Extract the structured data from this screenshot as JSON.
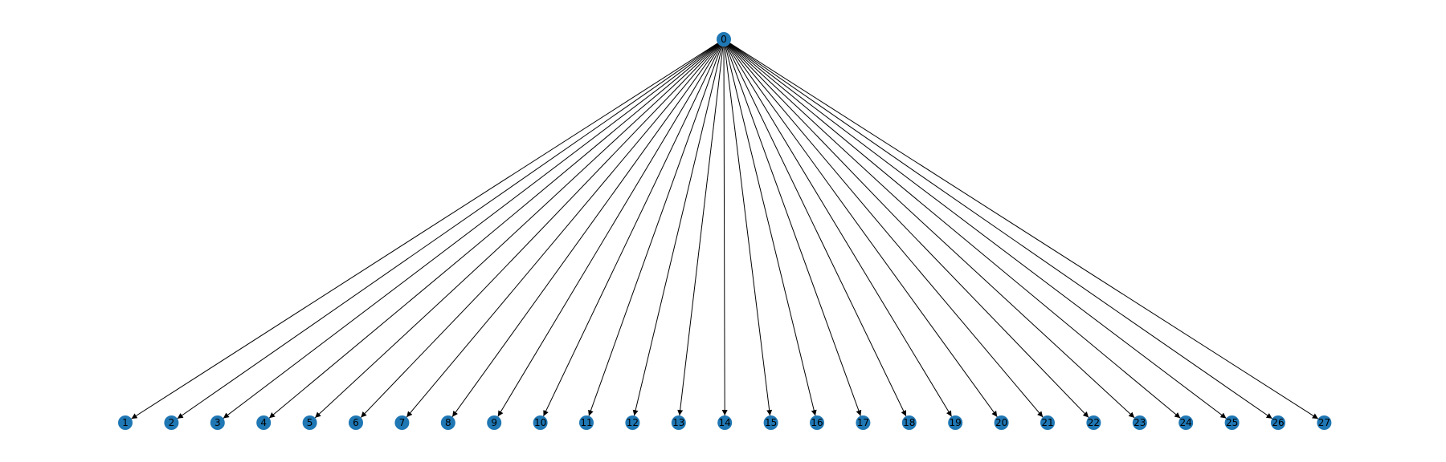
{
  "graph": {
    "root": {
      "label": "0"
    },
    "children": [
      {
        "label": "1"
      },
      {
        "label": "2"
      },
      {
        "label": "3"
      },
      {
        "label": "4"
      },
      {
        "label": "5"
      },
      {
        "label": "6"
      },
      {
        "label": "7"
      },
      {
        "label": "8"
      },
      {
        "label": "9"
      },
      {
        "label": "10"
      },
      {
        "label": "11"
      },
      {
        "label": "12"
      },
      {
        "label": "13"
      },
      {
        "label": "14"
      },
      {
        "label": "15"
      },
      {
        "label": "16"
      },
      {
        "label": "17"
      },
      {
        "label": "18"
      },
      {
        "label": "19"
      },
      {
        "label": "20"
      },
      {
        "label": "21"
      },
      {
        "label": "22"
      },
      {
        "label": "23"
      },
      {
        "label": "24"
      },
      {
        "label": "25"
      },
      {
        "label": "26"
      },
      {
        "label": "27"
      }
    ],
    "edge_style": "directed-arrow",
    "node_color": "#1f77b4",
    "edge_color": "#000000",
    "label_color": "#000000"
  }
}
